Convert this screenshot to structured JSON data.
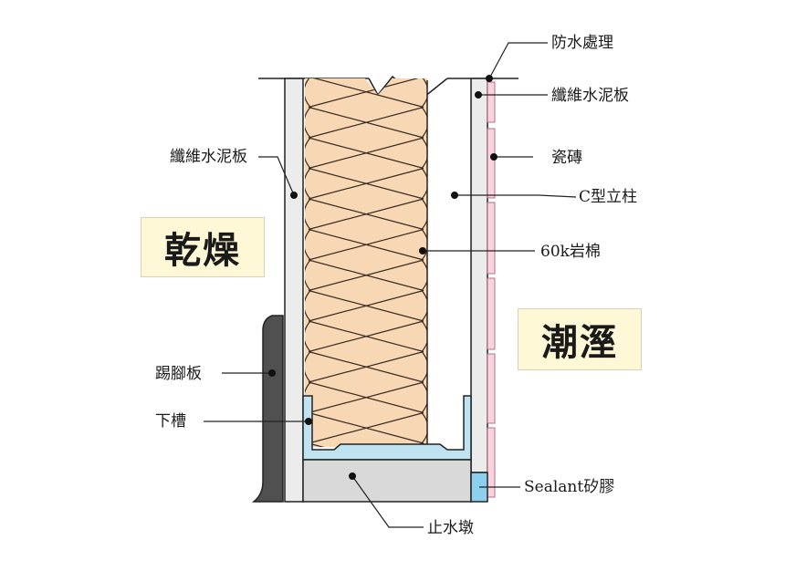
{
  "labels": {
    "waterproofing": "防水處理",
    "fiber_cement_board_right": "纖維水泥板",
    "tile": "瓷磚",
    "c_stud": "C型立柱",
    "rock_wool": "60k岩棉",
    "fiber_cement_board_left": "纖維水泥板",
    "skirting_board": "踢腳板",
    "bottom_track": "下槽",
    "sealant": "Sealant矽膠",
    "curb": "止水墩"
  },
  "zones": {
    "dry": "乾燥",
    "wet": "潮溼"
  },
  "colors": {
    "insulation_fill": "#f8d8b4",
    "insulation_stroke": "#3a2a20",
    "board_fill": "#ececec",
    "tile_fill": "#f7d3dd",
    "track_fill": "#bfe3f0",
    "curb_fill": "#d9d9d9",
    "skirting_fill": "#505050",
    "sealant_fill": "#8ecfee",
    "zone_bg": "#fff8d6"
  }
}
